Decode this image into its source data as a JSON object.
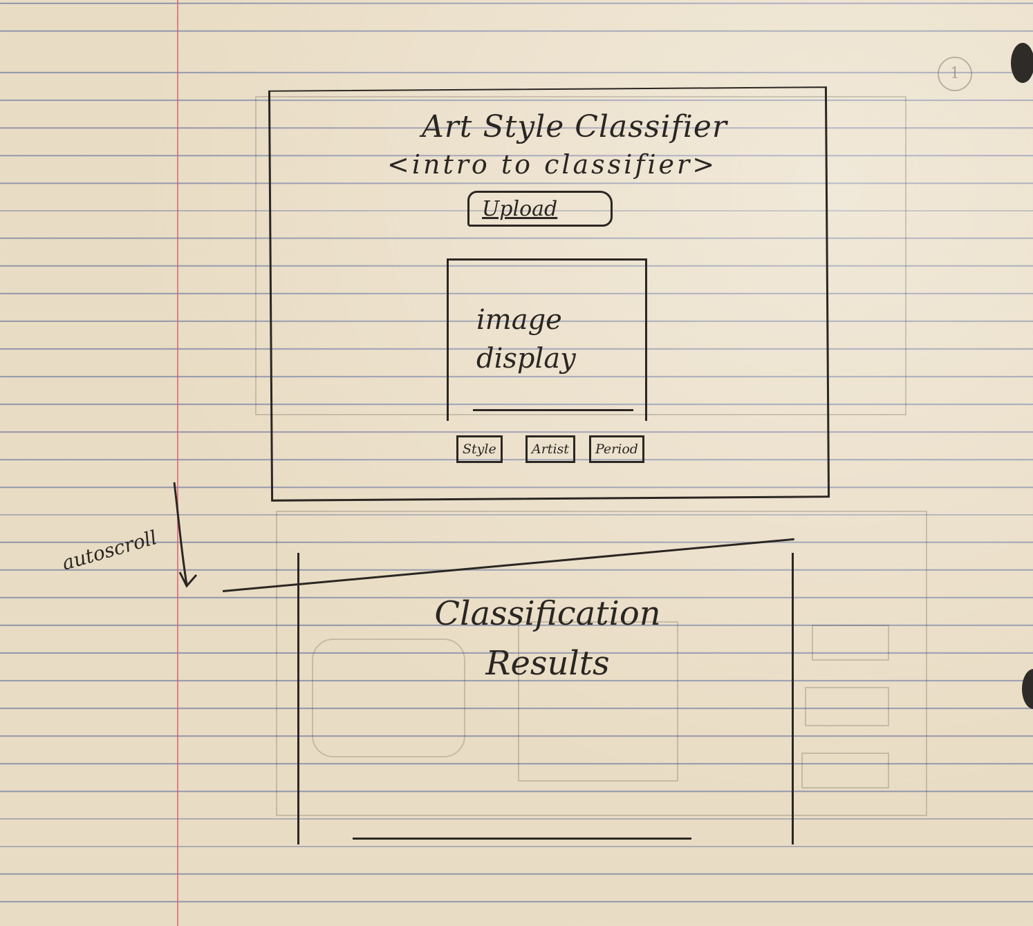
{
  "page_number": "1",
  "intro_section": {
    "title": "Art Style Classifier",
    "subtitle": "<intro to classifier>",
    "upload_button": "Upload",
    "image_display_label": "image display",
    "mode_buttons": [
      "Style",
      "Artist",
      "Period"
    ]
  },
  "autoscroll_label": "autoscroll",
  "results_section": {
    "title": "Classification Results"
  },
  "colors": {
    "ink": "#2a2622",
    "paper": "#e9dcc4",
    "rule_line": "#4e6096",
    "margin_line": "#d66070"
  }
}
